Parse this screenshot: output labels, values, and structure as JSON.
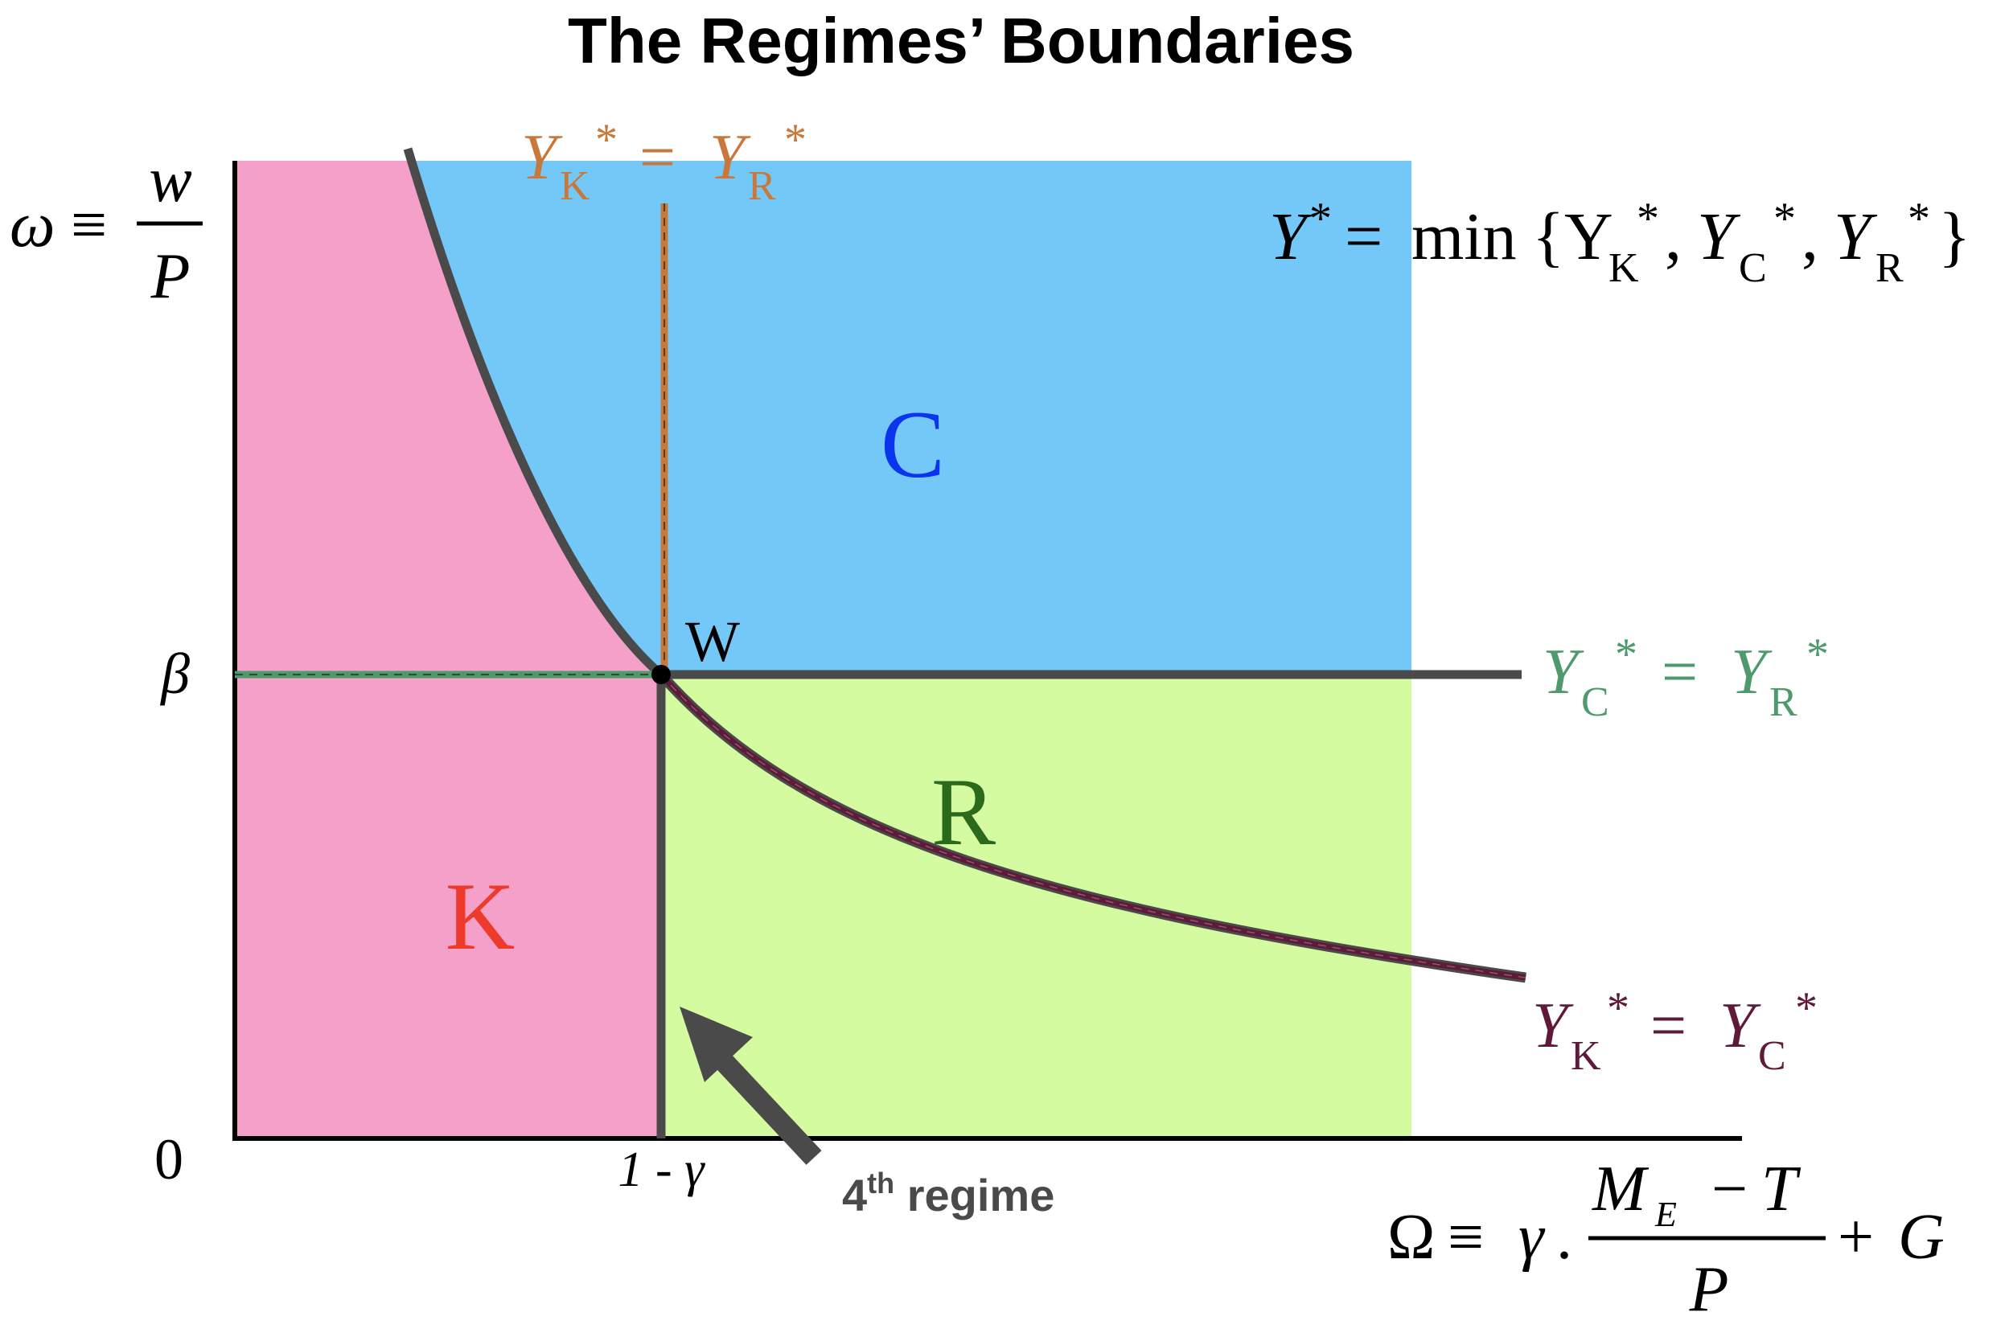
{
  "title": "The Regimes’ Boundaries",
  "colors": {
    "region_k": "#f5a0c8",
    "region_c": "#74c8f8",
    "region_r": "#d5fba0",
    "label_k": "#ee3a2a",
    "label_c": "#0a34ee",
    "label_r": "#2a6a1a",
    "orange": "#c8783a",
    "green": "#4e9a6c",
    "maroon": "#5e1a38",
    "dark_gray": "#4a4a4a"
  },
  "axes": {
    "y_axis_label": {
      "lhs": "ω",
      "eq": "≡",
      "num": "w",
      "den": "P"
    },
    "x_axis_label": {
      "lhs": "Ω",
      "eq": "≡",
      "gamma": "γ",
      "dot": ".",
      "num_a": "M",
      "num_a_sub": "E",
      "num_minus": "−",
      "num_b": "T",
      "den": "P",
      "plus": "+",
      "tail": "G"
    },
    "y_ticks": {
      "beta": "β",
      "zero": "0"
    },
    "x_ticks": {
      "one_minus_gamma": "1 - γ"
    }
  },
  "regions": {
    "k": "K",
    "c": "C",
    "r": "R"
  },
  "point_w": "W",
  "boundaries": {
    "kr": {
      "a": "Y",
      "a_sub": "K",
      "star": "*",
      "eq": "=",
      "b": "Y",
      "b_sub": "R"
    },
    "cr": {
      "a": "Y",
      "a_sub": "C",
      "star": "*",
      "eq": "=",
      "b": "Y",
      "b_sub": "R"
    },
    "kc": {
      "a": "Y",
      "a_sub": "K",
      "star": "*",
      "eq": "=",
      "b": "Y",
      "b_sub": "C"
    }
  },
  "min_formula": {
    "y": "Y",
    "star": "*",
    "eq": "=",
    "min": "min",
    "open": "{",
    "t1": "Y",
    "t1_sub": "K",
    "comma": ",",
    "t2": "Y",
    "t2_sub": "C",
    "t3": "Y",
    "t3_sub": "R",
    "close": "}"
  },
  "annotation": {
    "text": "4",
    "sup": "th",
    "rest": " regime"
  }
}
